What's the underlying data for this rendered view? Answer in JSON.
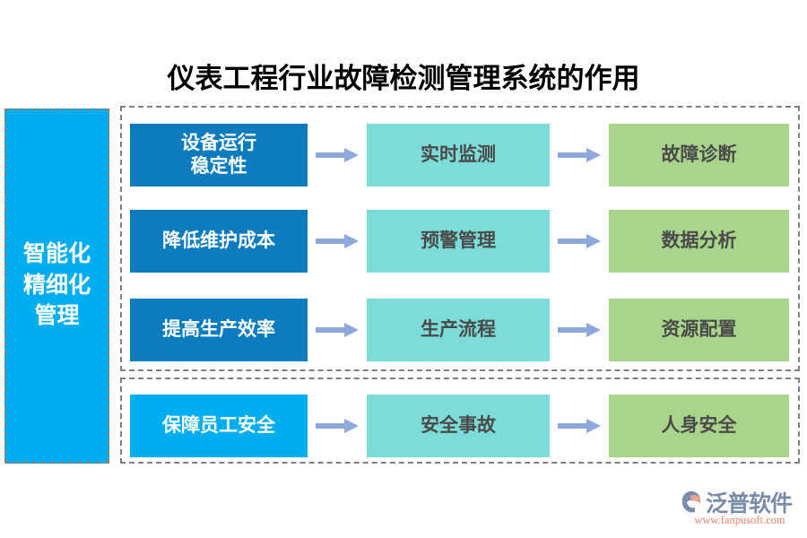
{
  "page": {
    "title": "仪表工程行业故障检测管理系统的作用",
    "background_color": "#ffffff"
  },
  "left_banner": {
    "label": "智能化\n精细化\n管理",
    "lines": [
      "智能化",
      "精细化",
      "管理"
    ],
    "color": "#00ADEF",
    "text_color": "#ffffff"
  },
  "colors": {
    "source_blue": "#0D7CBF",
    "source_blue_bright": "#00AEEF",
    "process_teal": "#7BDCD8",
    "outcome_green": "#A8D58A",
    "arrow": "#8FA8DC",
    "dashed_border": "#808080",
    "title_text": "#000000",
    "brand_word": "#7A8CA8",
    "brand_url": "#E8836B"
  },
  "groups": [
    {
      "id": "primary",
      "name": "operational-efficiency-group",
      "rows": [
        0,
        1,
        2
      ]
    },
    {
      "id": "secondary",
      "name": "safety-group",
      "rows": [
        3
      ]
    }
  ],
  "flow_rows": [
    {
      "source": "设备运行\n稳定性",
      "source_lines": [
        "设备运行",
        "稳定性"
      ],
      "process": "实时监测",
      "outcome": "故障诊断",
      "arrow_1": "arrow-right-icon",
      "arrow_2": "arrow-right-icon",
      "source_variant": "dark"
    },
    {
      "source": "降低维护成本",
      "source_lines": [
        "降低维护成本"
      ],
      "process": "预警管理",
      "outcome": "数据分析",
      "arrow_1": "arrow-right-icon",
      "arrow_2": "arrow-right-icon",
      "source_variant": "dark"
    },
    {
      "source": "提高生产效率",
      "source_lines": [
        "提高生产效率"
      ],
      "process": "生产流程",
      "outcome": "资源配置",
      "arrow_1": "arrow-right-icon",
      "arrow_2": "arrow-right-icon",
      "source_variant": "dark"
    },
    {
      "source": "保障员工安全",
      "source_lines": [
        "保障员工安全"
      ],
      "process": "安全事故",
      "outcome": "人身安全",
      "arrow_1": "arrow-right-icon",
      "arrow_2": "arrow-right-icon",
      "source_variant": "bright"
    }
  ],
  "brand": {
    "wordmark": "泛普软件",
    "url": "www.fanpusoft.com",
    "mark_icon": "fanpu-swoosh-icon"
  }
}
